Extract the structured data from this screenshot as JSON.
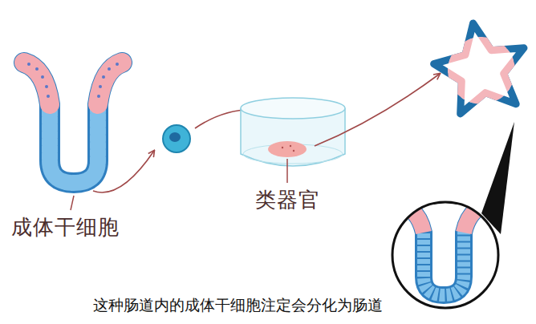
{
  "diagram": {
    "caption": "这种肠道内的成体干细胞注定会分化为肠道",
    "labels": [
      "成体干细胞",
      "类器官"
    ]
  }
}
